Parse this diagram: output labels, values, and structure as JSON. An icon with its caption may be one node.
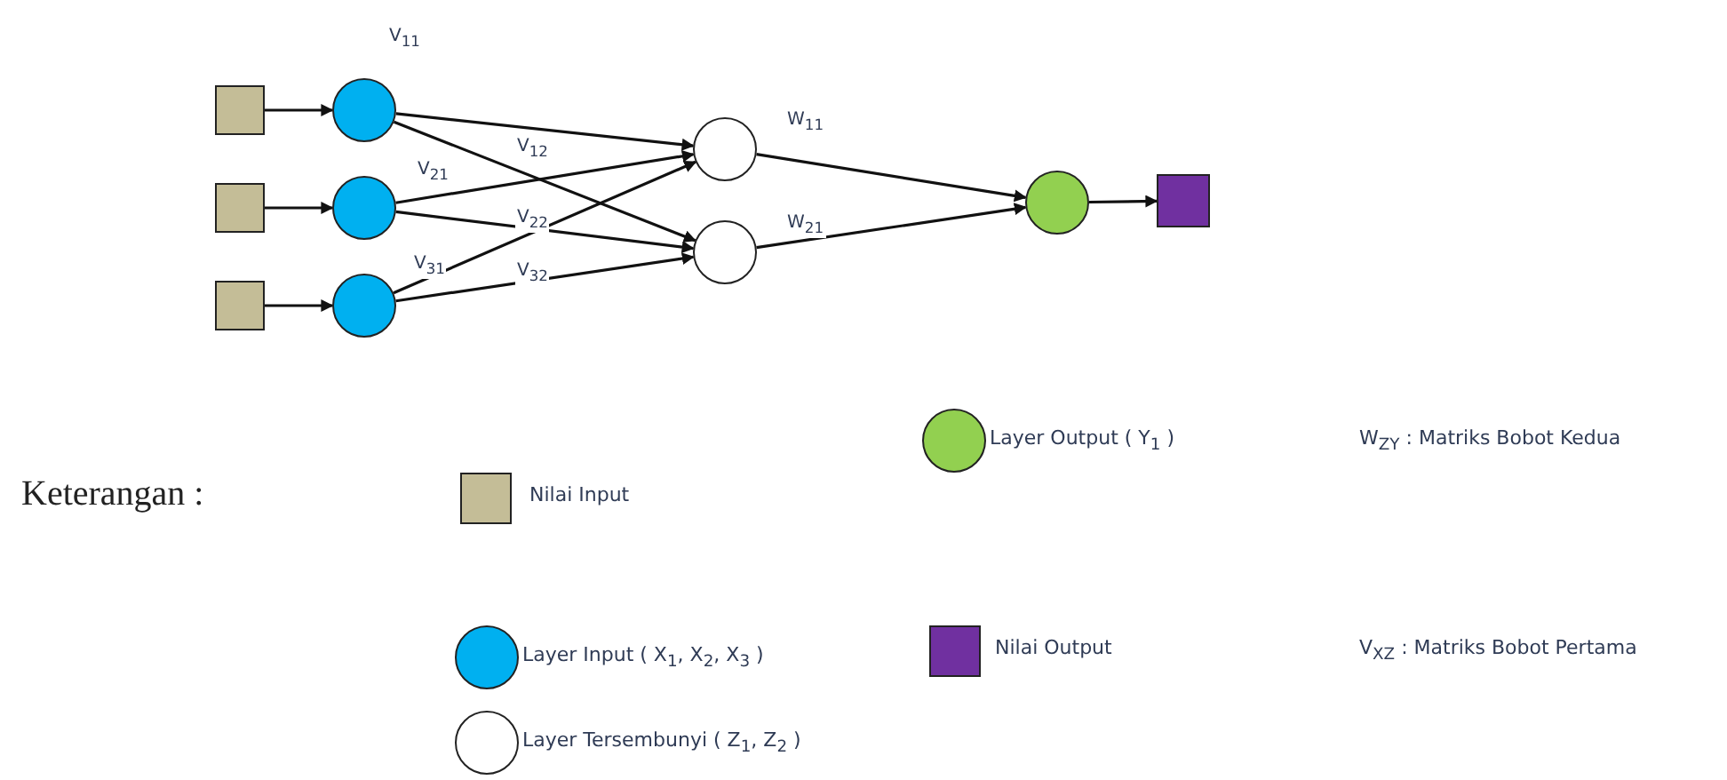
{
  "diagram": {
    "nodes": [
      {
        "text": [],
        "shape": "box"
      },
      {
        "text": [],
        "shape": "box"
      },
      {
        "text": [],
        "shape": "box"
      },
      {
        "text": [],
        "shape": "circle"
      },
      {
        "text": [],
        "shape": "circle"
      },
      {
        "text": [],
        "shape": "circle"
      },
      {
        "text": [],
        "shape": "circle"
      },
      {
        "text": [],
        "shape": "circle"
      },
      {
        "text": [],
        "shape": "circle"
      },
      {
        "text": [],
        "shape": "box"
      }
    ],
    "edges": [
      {
        "from": 0,
        "to": 3,
        "arrow": "to"
      },
      {
        "from": 1,
        "to": 4,
        "arrow": "to"
      },
      {
        "from": 2,
        "to": 5,
        "arrow": "to"
      },
      {
        "from": 3,
        "to": 6,
        "arrow": "to",
        "label": "V$_{11}$"
      },
      {
        "from": 3,
        "to": 7,
        "arrow": "to",
        "label": "V$_{12}$"
      },
      {
        "from": 4,
        "to": 6,
        "arrow": "to",
        "label": "V$_{21}$"
      },
      {
        "from": 4,
        "to": 7,
        "arrow": "to",
        "label": "V$_{22}$"
      },
      {
        "from": 5,
        "to": 6,
        "arrow": "to",
        "label": "V$_{31}$"
      },
      {
        "from": 5,
        "to": 7,
        "arrow": "to",
        "label": "V$_{32}$"
      },
      {
        "from": 6,
        "to": 8,
        "arrow": "to",
        "label": "W$_{11}$"
      },
      {
        "from": 7,
        "to": 8,
        "arrow": "to",
        "label": "W$_{21}$"
      },
      {
        "from": 8,
        "to": 9,
        "arrow": "to"
      }
    ],
    "labels": [
      "W$_{ZY}$ : Matriks Bobot Kedua",
      "Keterangan :",
      "V$_{XZ}$ : Matriks Bobot Pertama"
    ],
    "legend": [
      {
        "text": "Layer Output ( Y$_{1}$ )",
        "color": "#92d050"
      },
      {
        "text": "Nilai Input",
        "color": "#c4bd97"
      },
      {
        "text": "Layer Input ( X$_{1}$, X$_{2}$, X$_{3}$ )",
        "color": "#00b0f0"
      },
      {
        "text": "Nilai Output",
        "color": "#7030a0"
      },
      {
        "text": "Layer Tersembunyi ( Z$_{1}$, Z$_{2}$ )",
        "color": "#ffffff"
      }
    ]
  }
}
